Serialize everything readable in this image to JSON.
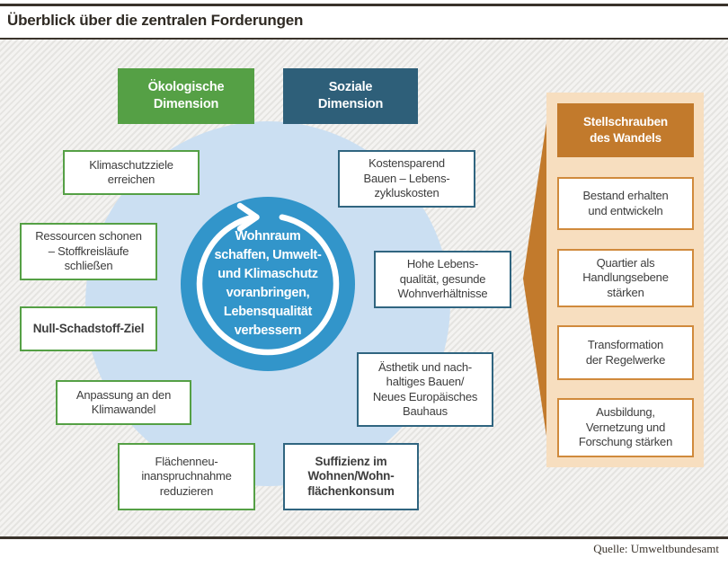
{
  "header": {
    "title": "Überblick über die zentralen Forderungen"
  },
  "footer": {
    "source": "Quelle: Umweltbundesamt"
  },
  "colors": {
    "green": "#55a045",
    "teal": "#2e5f79",
    "teal_border": "#306580",
    "center_blue": "#3295ca",
    "light_blue": "#cbdff2",
    "orange": "#c27a2c",
    "orange_light": "#f7debf",
    "orange_border": "#d08a3c",
    "rule": "#3a332b",
    "text": "#3d3d3d"
  },
  "diagram": {
    "dimensions": {
      "ecological": {
        "label": [
          "Ökologische",
          "Dimension"
        ]
      },
      "social": {
        "label": [
          "Soziale",
          "Dimension"
        ]
      }
    },
    "center": {
      "lines": [
        "Wohnraum",
        "schaffen, Umwelt-",
        "und Klimaschutz",
        "voranbringen,",
        "Lebensqualität",
        "verbessern"
      ],
      "icon": "cycle-arrow-icon"
    },
    "eco_boxes": [
      {
        "lines": [
          "Klimaschutzziele",
          "erreichen"
        ]
      },
      {
        "lines": [
          "Ressourcen schonen",
          "– Stoffkreisläufe",
          "schließen"
        ]
      },
      {
        "lines": [
          "Null-Schadstoff-Ziel"
        ]
      },
      {
        "lines": [
          "Anpassung an den",
          "Klimawandel"
        ]
      },
      {
        "lines": [
          "Flächenneu-",
          "inanspruchnahme",
          "reduzieren"
        ]
      }
    ],
    "social_boxes": [
      {
        "lines": [
          "Kostensparend",
          "Bauen – Lebens-",
          "zykluskosten"
        ]
      },
      {
        "lines": [
          "Hohe Lebens-",
          "qualität, gesunde",
          "Wohnverhältnisse"
        ]
      },
      {
        "lines": [
          "Ästhetik und nach-",
          "haltiges Bauen/",
          "Neues Europäisches",
          "Bauhaus"
        ]
      },
      {
        "lines": [
          "Suffizienz im",
          "Wohnen/Wohn-",
          "flächenkonsum"
        ]
      }
    ],
    "levers": {
      "title": [
        "Stellschrauben",
        "des Wandels"
      ],
      "items": [
        {
          "lines": [
            "Bestand erhalten",
            "und entwickeln"
          ]
        },
        {
          "lines": [
            "Quartier als",
            "Handlungsebene",
            "stärken"
          ]
        },
        {
          "lines": [
            "Transformation",
            "der Regelwerke"
          ]
        },
        {
          "lines": [
            "Ausbildung,",
            "Vernetzung und",
            "Forschung stärken"
          ]
        }
      ]
    }
  }
}
